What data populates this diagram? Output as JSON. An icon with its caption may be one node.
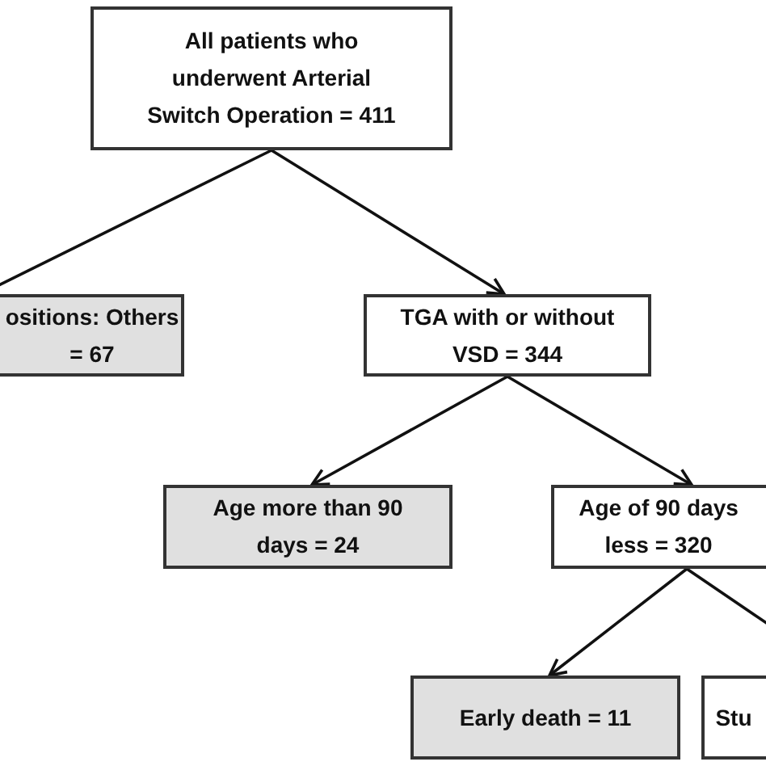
{
  "diagram": {
    "nodes": [
      {
        "text": [
          "All patients who underwent Arterial Switch Operation = 411"
        ]
      },
      {
        "text": [
          "ositions: Others = 67"
        ]
      },
      {
        "text": [
          "TGA with or without VSD = 344"
        ]
      },
      {
        "text": [
          "Age more than 90 days = 24"
        ]
      },
      {
        "text": [
          "Age of 90 days less = 320"
        ]
      },
      {
        "text": [
          "Early death = 11"
        ]
      },
      {
        "text": [
          "Stu"
        ]
      }
    ],
    "edges": [
      {
        "from": 0,
        "to": 1,
        "arrow": "to"
      },
      {
        "from": 0,
        "to": 2,
        "arrow": "to"
      },
      {
        "from": 2,
        "to": 3,
        "arrow": "to"
      },
      {
        "from": 2,
        "to": 4,
        "arrow": "to"
      },
      {
        "from": 4,
        "to": 5,
        "arrow": "to"
      },
      {
        "from": 4,
        "to": 6,
        "arrow": "to"
      }
    ]
  }
}
